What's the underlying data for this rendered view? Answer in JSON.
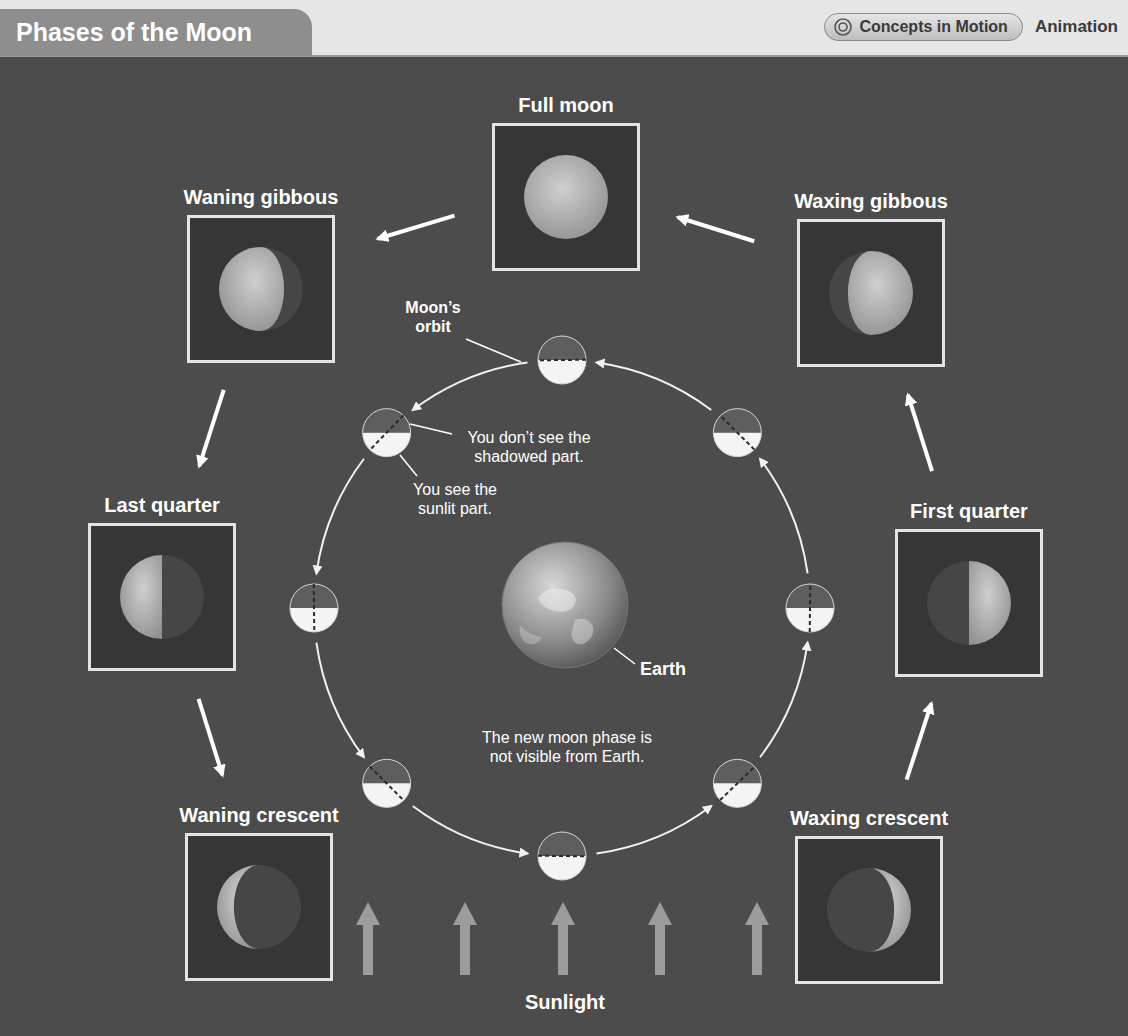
{
  "diagram": {
    "title": "Phases of the Moon",
    "nodes": [
      {
        "text": [
          "Full moon"
        ]
      },
      {
        "text": [
          "Waning gibbous"
        ]
      },
      {
        "text": [
          "Waxing gibbous"
        ]
      },
      {
        "text": [
          "Last quarter"
        ]
      },
      {
        "text": [
          "First quarter"
        ]
      },
      {
        "text": [
          "Waning crescent"
        ]
      },
      {
        "text": [
          "Waxing crescent"
        ]
      }
    ],
    "edges": [
      {
        "from": 6,
        "to": 4,
        "arrow": "to"
      },
      {
        "from": 4,
        "to": 2,
        "arrow": "to"
      },
      {
        "from": 2,
        "to": 0,
        "arrow": "to"
      },
      {
        "from": 0,
        "to": 1,
        "arrow": "to"
      },
      {
        "from": 1,
        "to": 3,
        "arrow": "to"
      },
      {
        "from": 3,
        "to": 5,
        "arrow": "to"
      }
    ],
    "labels": [
      "Concepts in Motion",
      "Animation",
      "Moon’s orbit",
      "You don’t see the shadowed part.",
      "You see the sunlit part.",
      "Earth",
      "The new moon phase is not visible from Earth.",
      "Sunlight"
    ]
  }
}
